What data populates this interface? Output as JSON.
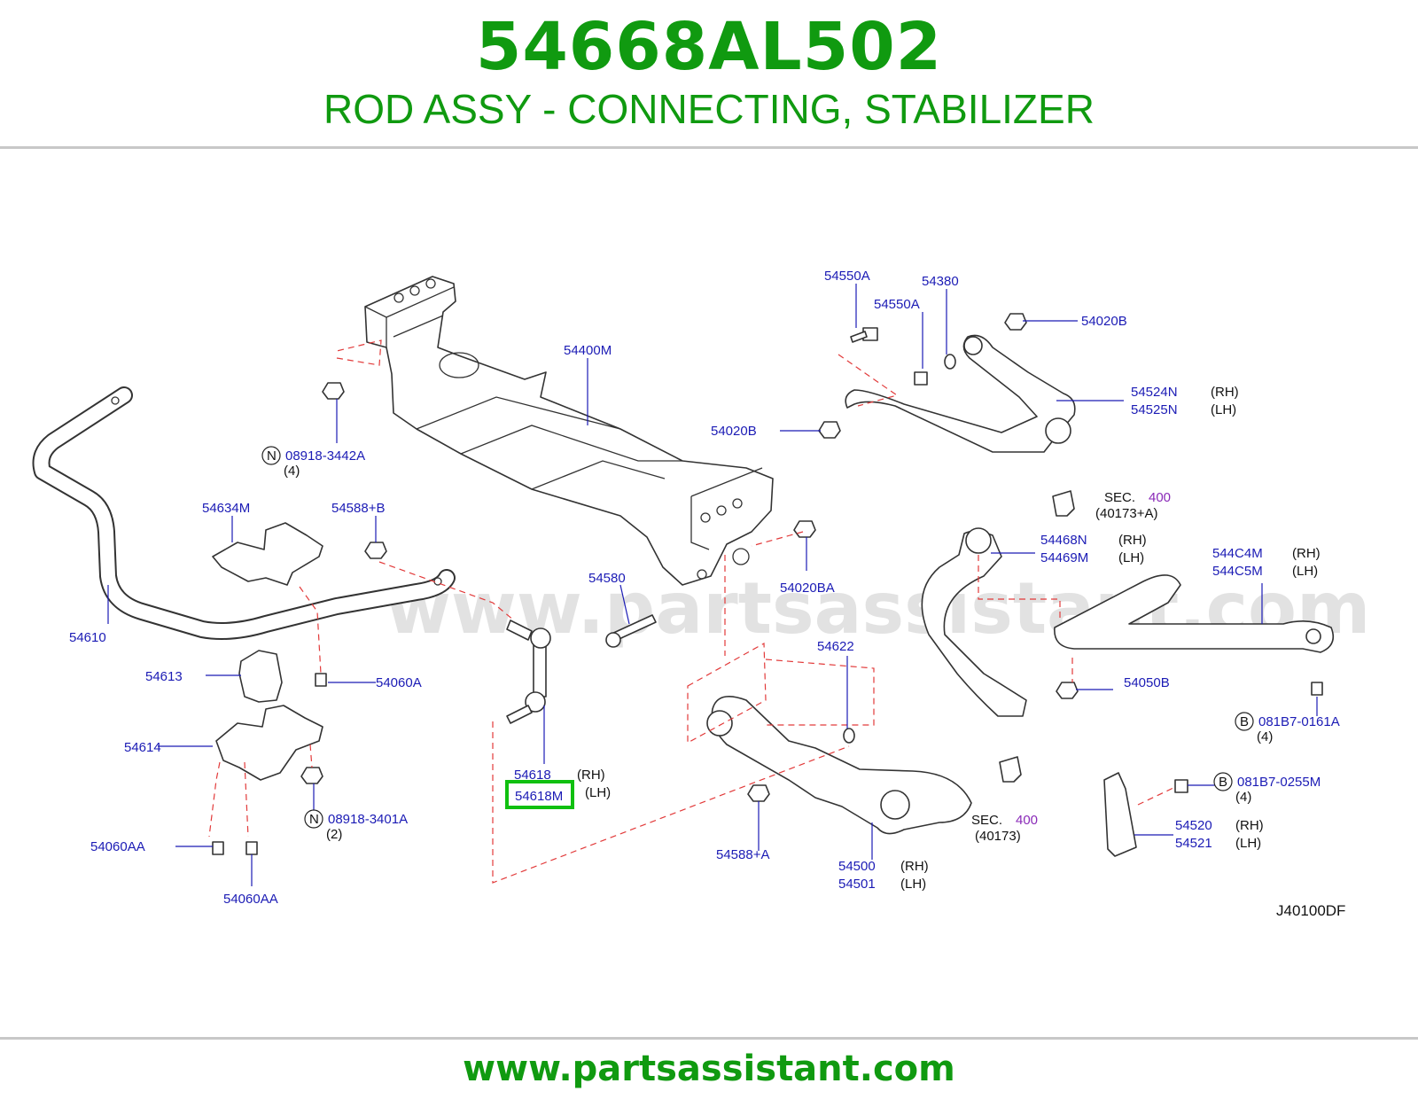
{
  "header": {
    "part_number": "54668AL502",
    "part_name": "ROD ASSY - CONNECTING, STABILIZER"
  },
  "watermark": "www.partsassistant.com",
  "footer": {
    "url": "www.partsassistant.com"
  },
  "diagram": {
    "code": "J40100DF",
    "highlight_color": "#10c010",
    "callouts": {
      "p54550A_1": "54550A",
      "p54550A_2": "54550A",
      "p54380": "54380",
      "p54020B_top": "54020B",
      "p54400M": "54400M",
      "p54524N": "54524N",
      "p54525N": "54525N",
      "p54020B_left": "54020B",
      "p08918_3442A": "08918-3442A",
      "p54634M": "54634M",
      "p54588B": "54588+B",
      "p54468N": "54468N",
      "p54469M": "54469M",
      "p544C4M": "544C4M",
      "p544C5M": "544C5M",
      "p54580": "54580",
      "p54020BA": "54020BA",
      "p54610": "54610",
      "p54622": "54622",
      "p54613": "54613",
      "p54060A": "54060A",
      "p54050B": "54050B",
      "p081B7_0161A": "081B7-0161A",
      "p54614": "54614",
      "p54618": "54618",
      "p54618M": "54618M",
      "p081B7_0255M": "081B7-0255M",
      "p08918_3401A": "08918-3401A",
      "p54520": "54520",
      "p54521": "54521",
      "p54060AA_1": "54060AA",
      "p54588A": "54588+A",
      "p54060AA_2": "54060AA",
      "p54500": "54500",
      "p54501": "54501"
    },
    "side": {
      "rh": "(RH)",
      "lh": "(LH)"
    },
    "qty": {
      "q4": "(4)",
      "q2": "(2)"
    },
    "badges": {
      "n": "N",
      "b": "B"
    },
    "sec": {
      "label": "SEC.",
      "number": "400",
      "ref_top": "(40173+A)",
      "ref_bottom": "(40173)"
    }
  }
}
